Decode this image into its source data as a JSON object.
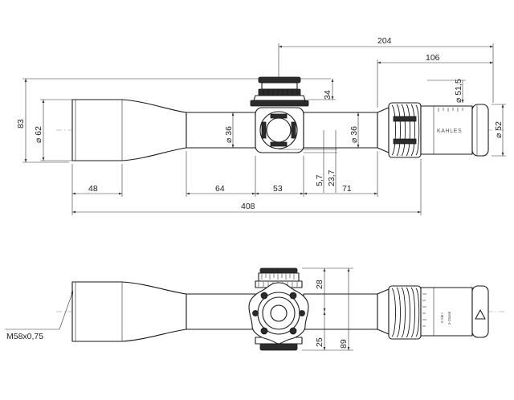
{
  "brand": {
    "maker_mark": "KAHLES",
    "model_mark": "K 5i0 i",
    "range_mark": "5-25x56"
  },
  "dimensions": {
    "overall_length": "408",
    "from_ring_to_eyepiece": "204",
    "eyepiece_section": "106",
    "objective_length": "48",
    "front_tube_length": "64",
    "turret_section_length": "53",
    "rear_tube_length": "71",
    "objective_diameter": "⌀ 62",
    "overall_height": "83",
    "front_tube_diameter": "⌀ 36",
    "turret_height_above": "34",
    "rear_tube_diameter": "⌀ 36",
    "magnification_ring_diameter": "⌀ 51,5",
    "eyepiece_diameter": "⌀ 52",
    "offset_small": "5,7",
    "offset_large": "23,7",
    "elevation_turret_height": "28",
    "windage_below_axis": "25",
    "total_side_height": "89",
    "objective_thread": "M58x0,75"
  }
}
